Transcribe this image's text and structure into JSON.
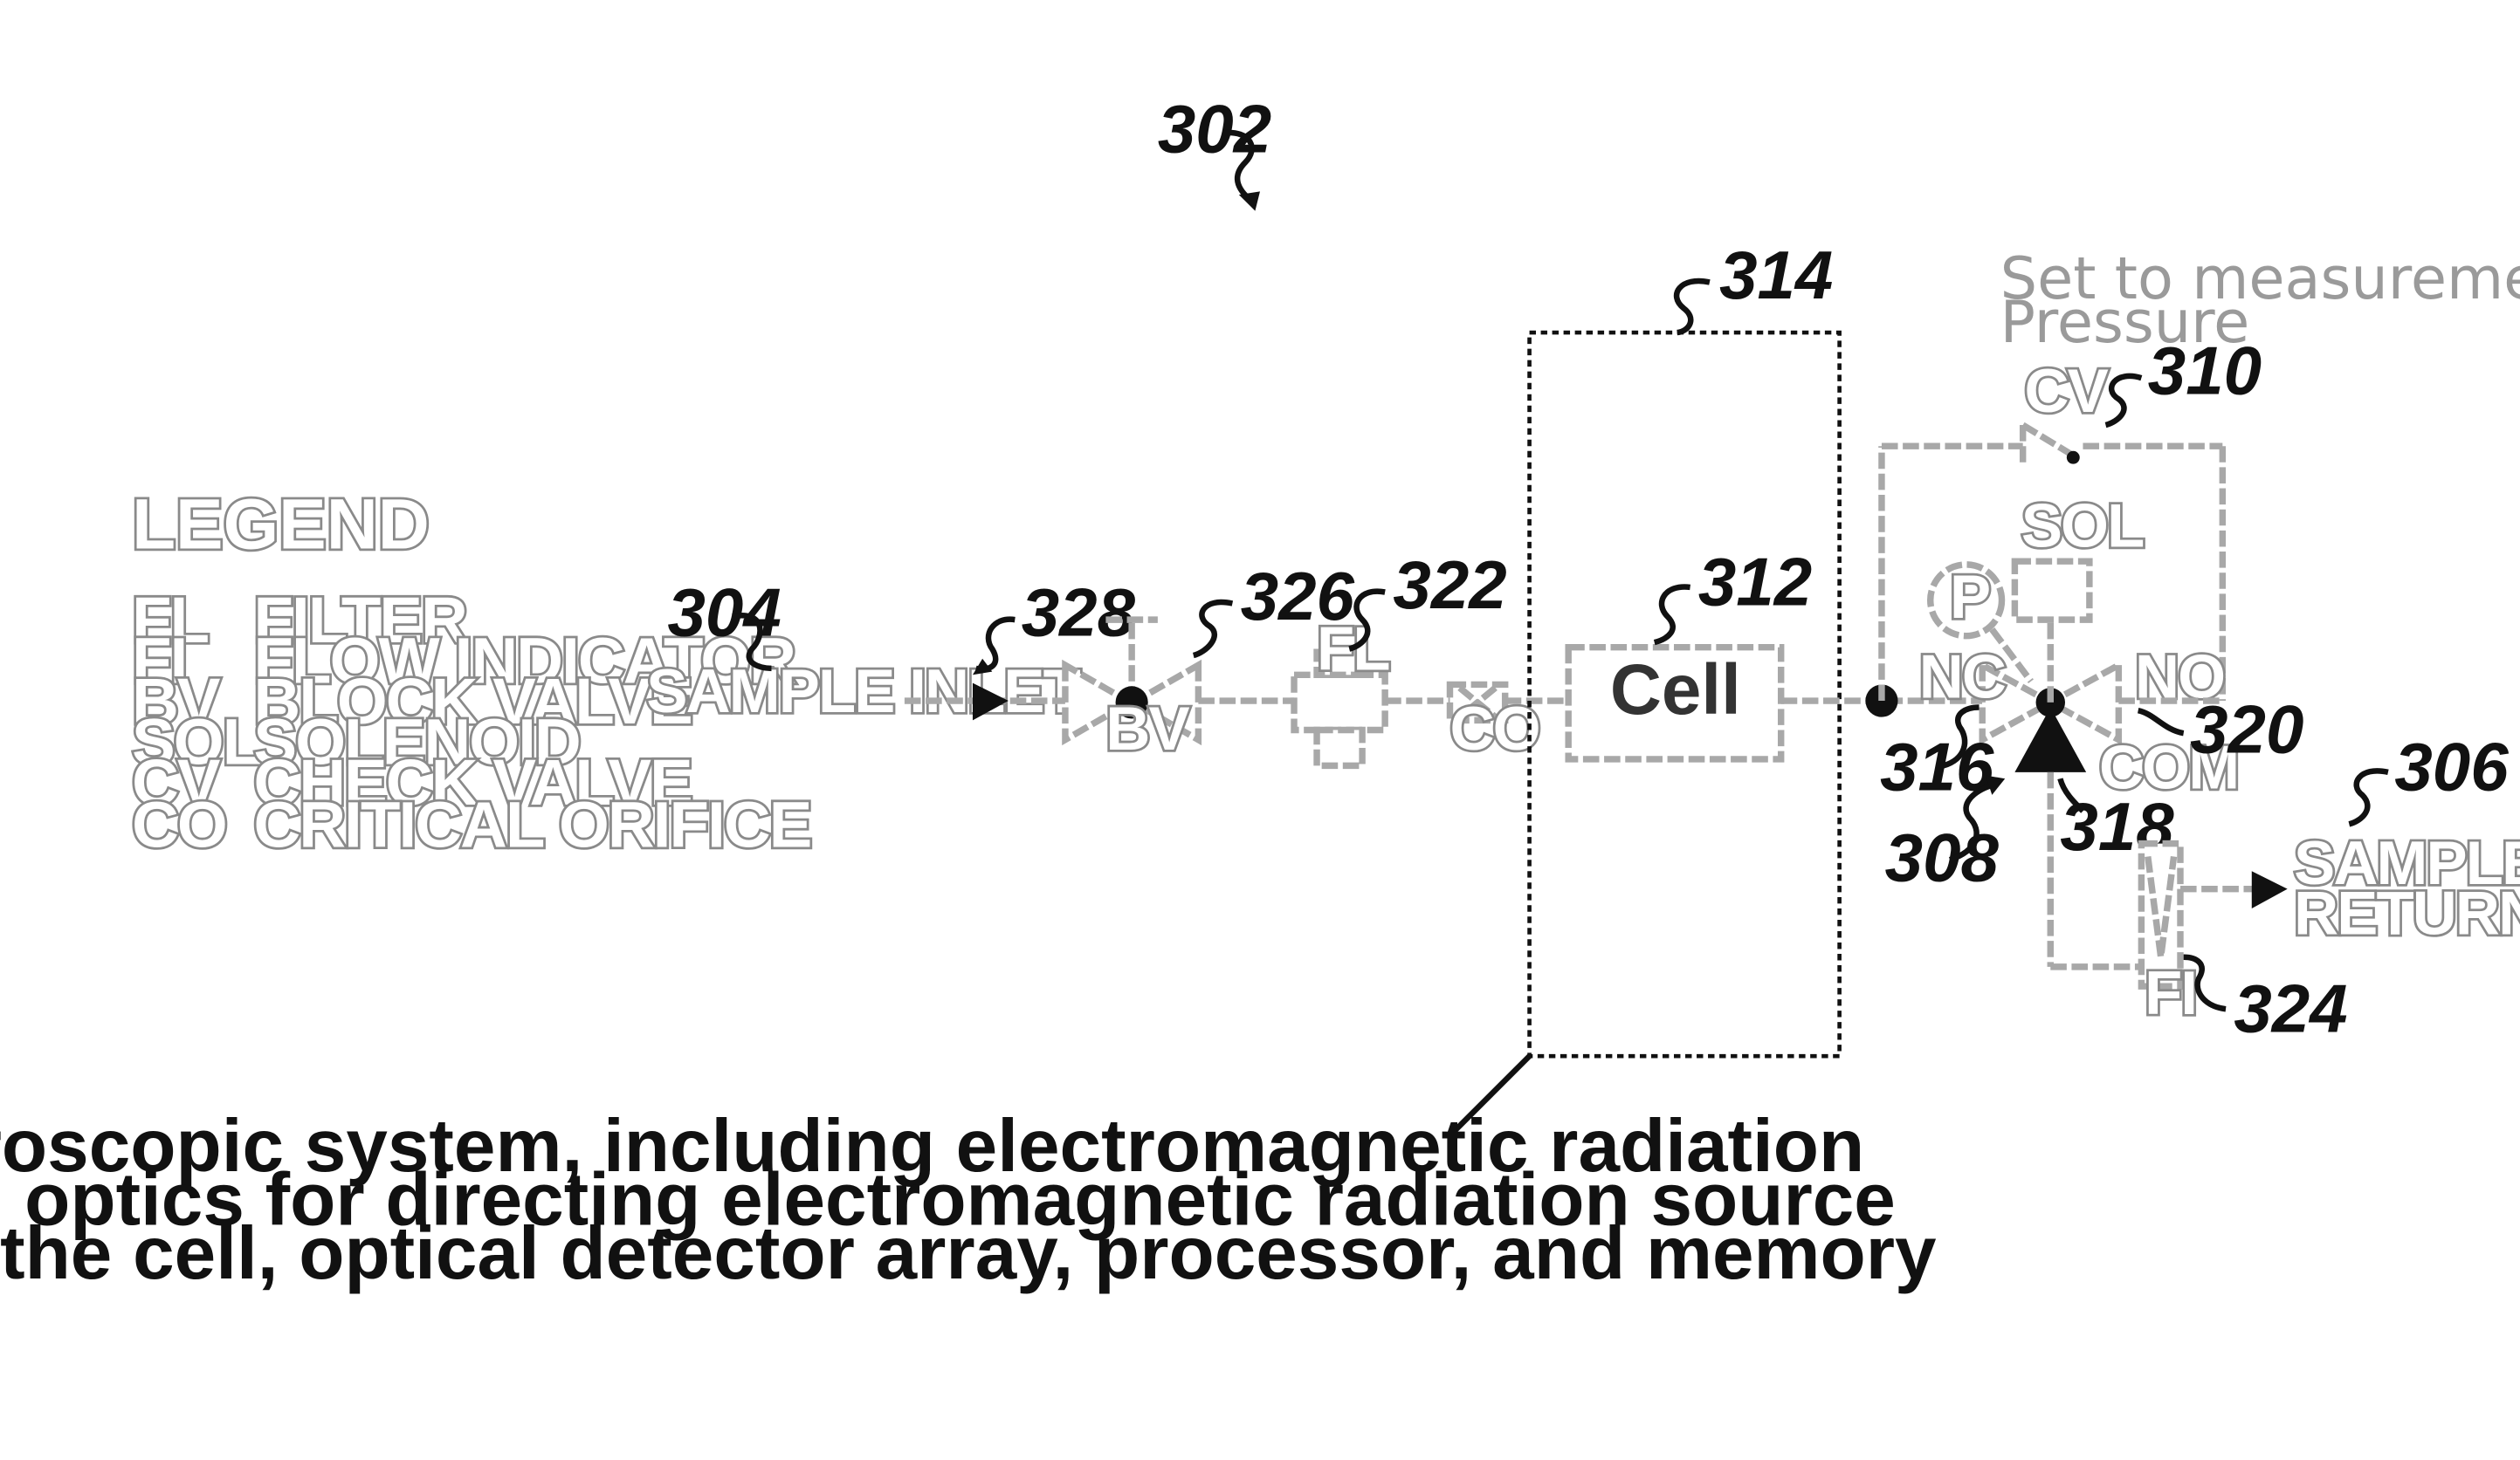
{
  "refs": {
    "r302": "302",
    "r304": "304",
    "r306": "306",
    "r308": "308",
    "r310": "310",
    "r312": "312",
    "r314": "314",
    "r316": "316",
    "r318": "318",
    "r320": "320",
    "r322": "322",
    "r324": "324",
    "r326": "326",
    "r328": "328"
  },
  "legend": {
    "title": "LEGEND",
    "items": [
      {
        "abbr": "FL",
        "meaning": "FILTER"
      },
      {
        "abbr": "FI",
        "meaning": "FLOW INDICATOR"
      },
      {
        "abbr": "BV",
        "meaning": "BLOCK VALVE"
      },
      {
        "abbr": "SOL",
        "meaning": "SOLENOID"
      },
      {
        "abbr": "CV",
        "meaning": "CHECK VALVE"
      },
      {
        "abbr": "CO",
        "meaning": "CRITICAL ORIFICE"
      }
    ]
  },
  "labels": {
    "sample_inlet": "SAMPLE INLET",
    "bv": "BV",
    "fl": "FL",
    "co": "CO",
    "cell": "Cell",
    "nc": "NC",
    "no": "NO",
    "com": "COM",
    "sol": "SOL",
    "p": "P",
    "cv": "CV",
    "fi": "FI",
    "sample_return_1": "SAMPLE",
    "sample_return_2": "RETURN",
    "note_line1": "Set to measurement",
    "note_line2": "Pressure"
  },
  "caption": {
    "line1": "Spectroscopic system, including electromagnetic radiation",
    "line2": "source, optics for directing electromagnetic radiation source",
    "line3": "through the cell, optical detector array, processor, and memory"
  }
}
